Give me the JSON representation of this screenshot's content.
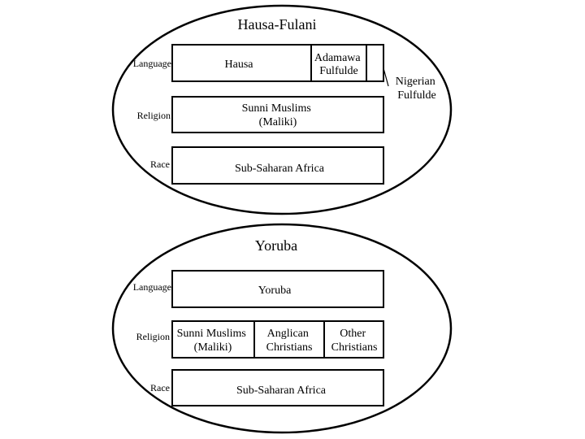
{
  "groups": [
    {
      "title": "Hausa-Fulani",
      "language": {
        "label": "Language",
        "cells": [
          "Hausa",
          "Adamawa Fulfulde"
        ],
        "callout": "Nigerian Fulfulde"
      },
      "religion": {
        "label": "Religion",
        "cells": [
          "Sunni Muslims (Maliki)"
        ]
      },
      "race": {
        "label": "Race",
        "cells": [
          "Sub-Saharan Africa"
        ]
      }
    },
    {
      "title": "Yoruba",
      "language": {
        "label": "Language",
        "cells": [
          "Yoruba"
        ]
      },
      "religion": {
        "label": "Religion",
        "cells": [
          "Sunni Muslims (Maliki)",
          "Anglican Christians",
          "Other Christians"
        ]
      },
      "race": {
        "label": "Race",
        "cells": [
          "Sub-Saharan Africa"
        ]
      }
    }
  ]
}
